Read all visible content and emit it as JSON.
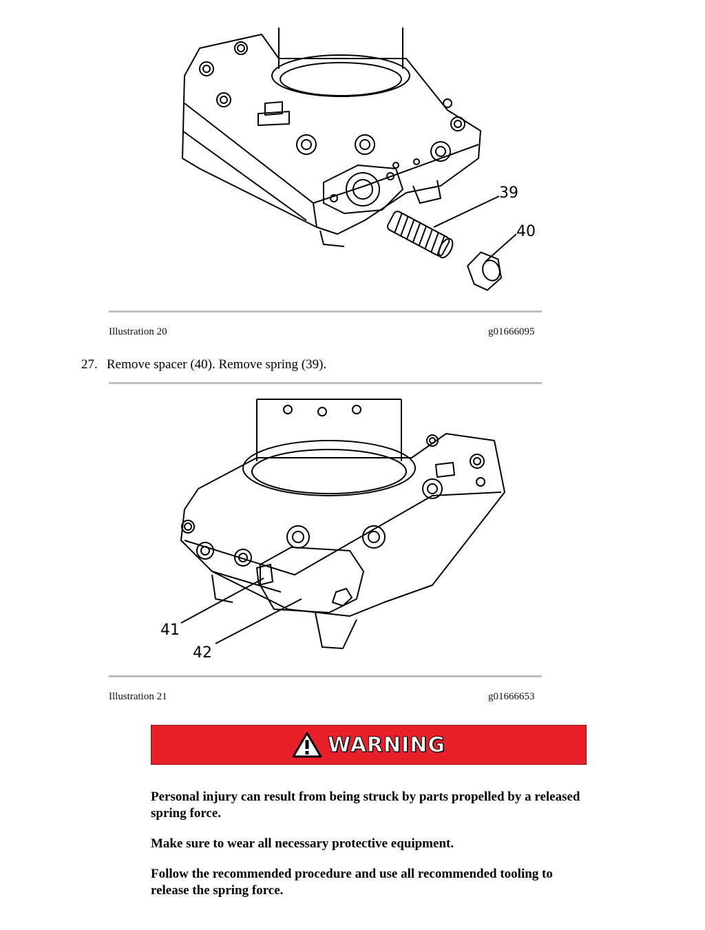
{
  "figures": [
    {
      "caption": "Illustration 20",
      "code": "g01666095",
      "callouts": [
        "39",
        "40"
      ]
    },
    {
      "caption": "Illustration 21",
      "code": "g01666653",
      "callouts": [
        "41",
        "42"
      ]
    }
  ],
  "step": {
    "number": "27.",
    "text": "Remove spacer (40). Remove spring (39)."
  },
  "warning": {
    "label": "WARNING",
    "icon": "warning-triangle-icon",
    "color": "#e8202a",
    "paragraphs": [
      "Personal injury can result from being struck by parts propelled by a released spring force.",
      "Make sure to wear all necessary protective equipment.",
      "Follow the recommended procedure and use all recommended tooling to release the spring force."
    ]
  }
}
